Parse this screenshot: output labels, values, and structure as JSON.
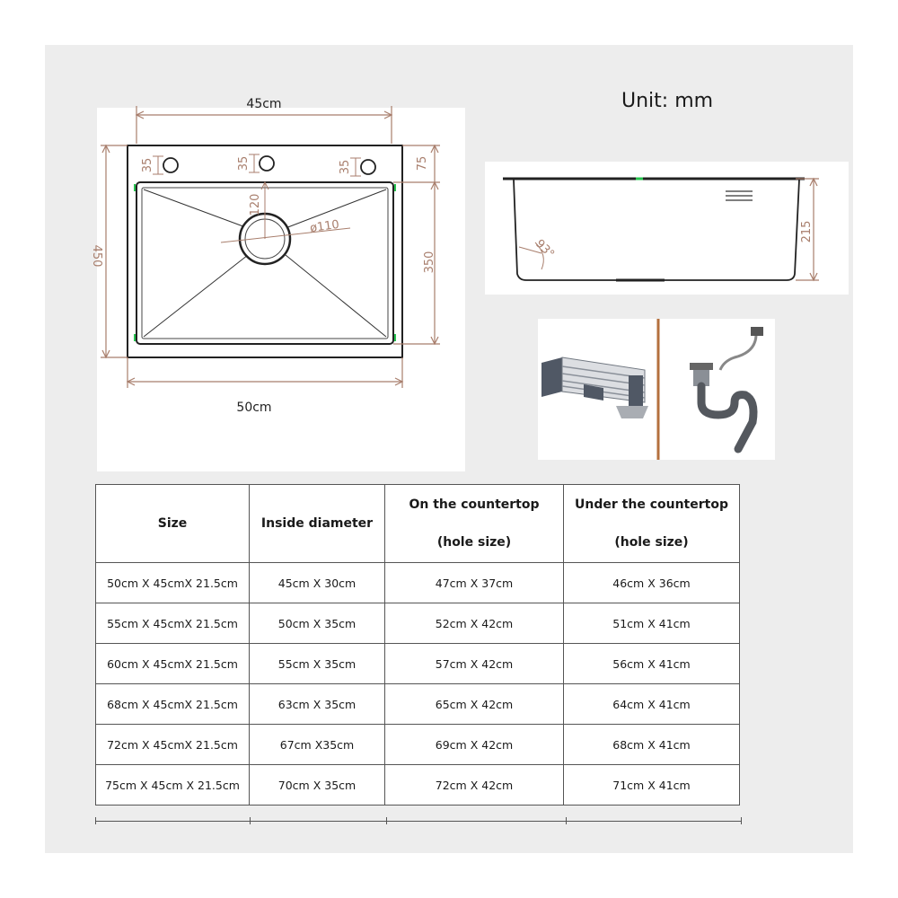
{
  "unit_label": "Unit: mm",
  "top_view": {
    "width_inner": "45cm",
    "width_outer": "50cm",
    "height_outer": "450",
    "height_inner": "350",
    "hole_offset": "35",
    "edge_margin": "75",
    "drain_offset": "120",
    "drain_diameter": "ø110"
  },
  "side_view": {
    "depth": "215",
    "angle": "93°"
  },
  "table": {
    "headers": {
      "size": "Size",
      "inside": "Inside diameter",
      "on_top_1": "On the countertop",
      "on_top_2": "(hole size)",
      "under_1": "Under the countertop",
      "under_2": "(hole size)"
    },
    "rows": [
      [
        "50cm X 45cmX 21.5cm",
        "45cm X 30cm",
        "47cm X 37cm",
        "46cm X 36cm"
      ],
      [
        "55cm X 45cmX 21.5cm",
        "50cm X 35cm",
        "52cm X 42cm",
        "51cm X 41cm"
      ],
      [
        "60cm X 45cmX 21.5cm",
        "55cm X 35cm",
        "57cm X 42cm",
        "56cm X 41cm"
      ],
      [
        "68cm X 45cmX 21.5cm",
        "63cm X 35cm",
        "65cm X 42cm",
        "64cm X 41cm"
      ],
      [
        "72cm X 45cmX 21.5cm",
        "67cm X35cm",
        "69cm X 42cm",
        "68cm X 41cm"
      ],
      [
        "75cm X 45cm X 21.5cm",
        "70cm X 35cm",
        "72cm X 42cm",
        "71cm X 41cm"
      ]
    ]
  },
  "colors": {
    "dimension": "#a87e6c",
    "outline": "#222222",
    "panel": "#ededed"
  }
}
